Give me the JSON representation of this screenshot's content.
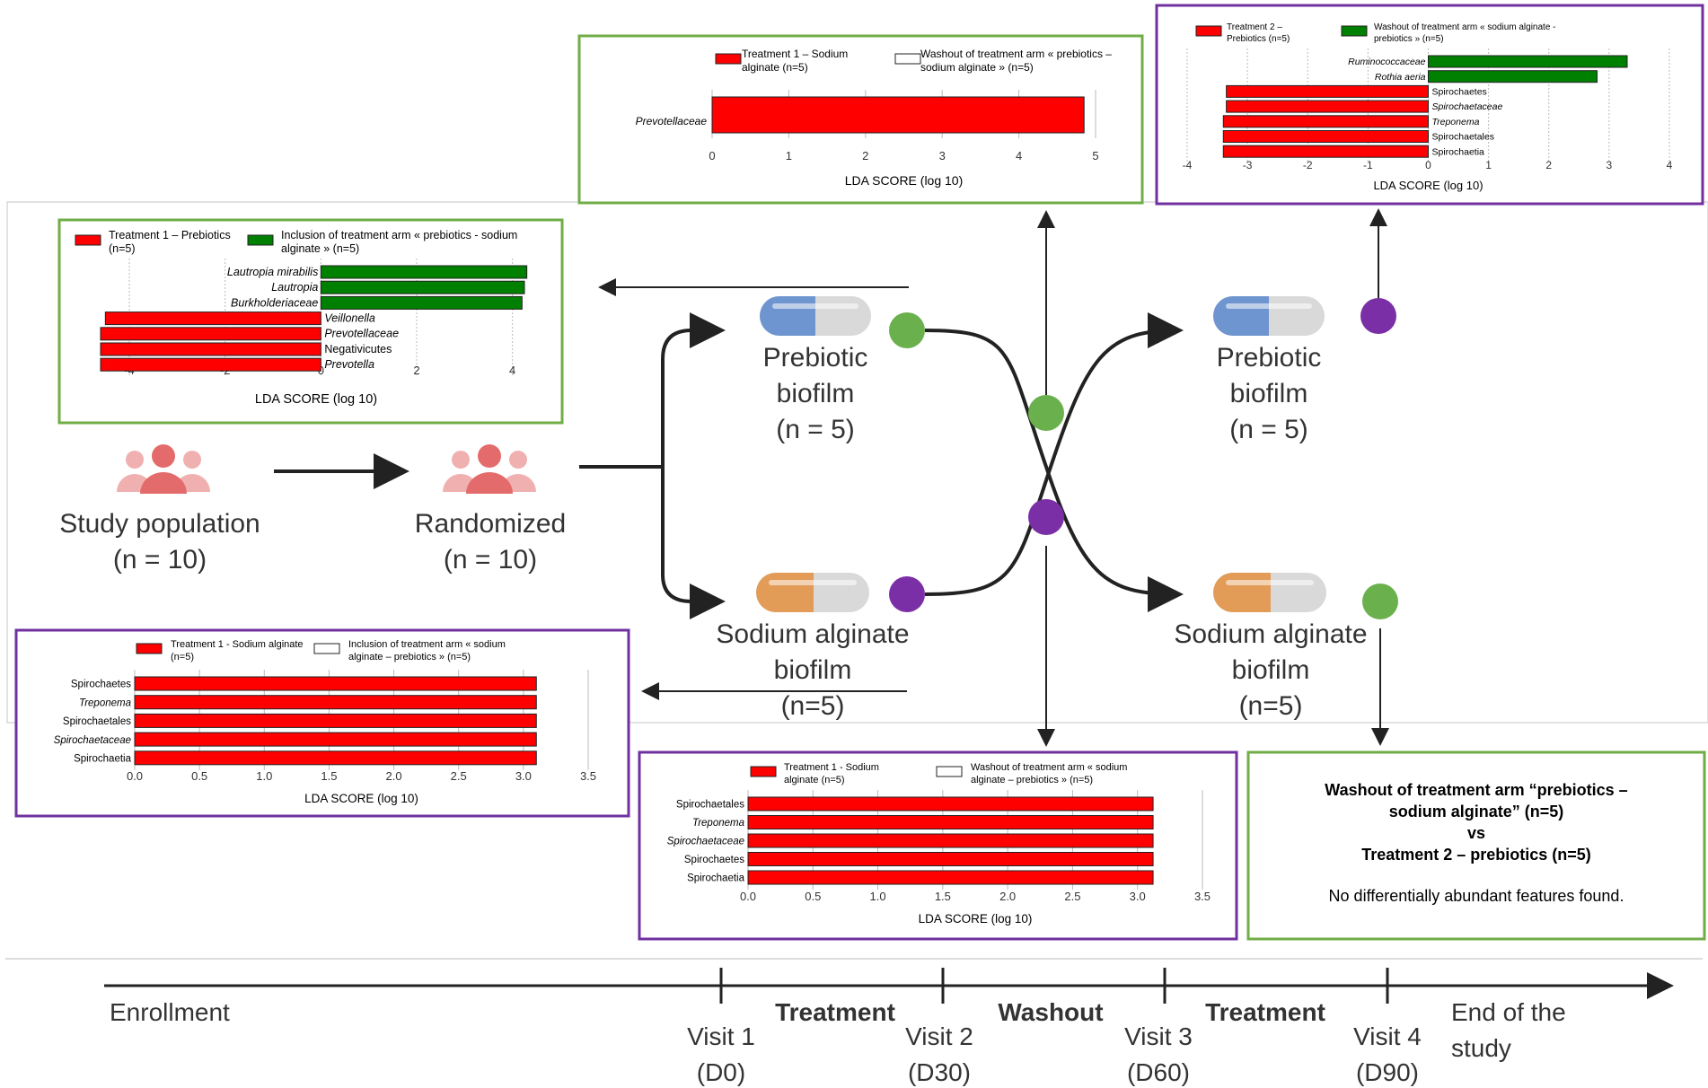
{
  "colors": {
    "red": "#ff0000",
    "green": "#008000",
    "green_border": "#70ad47",
    "purple_border": "#7030a0",
    "green_dot": "#6ab04c",
    "purple_dot": "#7b2fa6",
    "pill_blue": "#6f95d0",
    "pill_orange": "#e39b58",
    "pill_gray": "#d9d9d9",
    "people": "#e46b6b"
  },
  "labels": {
    "study_population": "Study population",
    "study_population_n": "(n = 10)",
    "randomized": "Randomized",
    "randomized_n": "(n = 10)",
    "prebiotic_biofilm_left": [
      "Prebiotic",
      "biofilm",
      "(n = 5)"
    ],
    "sodium_biofilm_left": [
      "Sodium alginate",
      "biofilm",
      "(n=5)"
    ],
    "prebiotic_biofilm_right": [
      "Prebiotic",
      "biofilm",
      "(n = 5)"
    ],
    "sodium_biofilm_right": [
      "Sodium alginate",
      "biofilm",
      "(n=5)"
    ]
  },
  "timeline": {
    "enrollment": "Enrollment",
    "visits": [
      {
        "name": "Visit 1",
        "day": "(D0)"
      },
      {
        "name": "Visit 2",
        "day": "(D30)"
      },
      {
        "name": "Visit 3",
        "day": "(D60)"
      },
      {
        "name": "Visit 4",
        "day": "(D90)"
      }
    ],
    "phases": [
      "Treatment",
      "Washout",
      "Treatment"
    ],
    "end": [
      "End of the",
      "study"
    ]
  },
  "no_features_box": {
    "lines": [
      "Washout of treatment arm “prebiotics –",
      "sodium alginate” (n=5)",
      "vs",
      "Treatment 2 – prebiotics (n=5)"
    ],
    "note": "No differentially abundant features found."
  },
  "chart_data": [
    {
      "id": "chart-a",
      "type": "bar",
      "orientation": "horizontal",
      "xlabel": "LDA SCORE (log 10)",
      "xlim": [
        -4.6,
        4.4
      ],
      "ticks": [
        -4,
        -2,
        0,
        2,
        4
      ],
      "tick_labels": [
        "-4",
        "-2",
        "0",
        "2",
        "4"
      ],
      "legend": [
        {
          "name": "Treatment 1 – Prebiotics (n=5)",
          "lines": [
            "Treatment 1 – Prebiotics",
            "(n=5)"
          ],
          "color": "#ff0000"
        },
        {
          "name": "Inclusion of treatment arm « prebiotics - sodium alginate » (n=5)",
          "lines": [
            "Inclusion of treatment arm « prebiotics - sodium",
            "alginate » (n=5)"
          ],
          "color": "#008000"
        }
      ],
      "bars": [
        {
          "label": "Lautropia mirabilis",
          "value": 4.3,
          "italic": true
        },
        {
          "label": "Lautropia",
          "value": 4.25,
          "italic": true
        },
        {
          "label": "Burkholderiaceae",
          "value": 4.2,
          "italic": true
        },
        {
          "label": "Veillonella",
          "value": -4.5,
          "italic": true
        },
        {
          "label": "Prevotellaceae",
          "value": -4.6,
          "italic": true
        },
        {
          "label": "Negativicutes",
          "value": -4.6,
          "italic": false
        },
        {
          "label": "Prevotella",
          "value": -4.6,
          "italic": true
        }
      ]
    },
    {
      "id": "chart-b",
      "type": "bar",
      "orientation": "horizontal",
      "xlabel": "LDA SCORE (log 10)",
      "xlim": [
        0,
        5
      ],
      "ticks": [
        0,
        1,
        2,
        3,
        4,
        5
      ],
      "tick_labels": [
        "0",
        "1",
        "2",
        "3",
        "4",
        "5"
      ],
      "legend": [
        {
          "name": "Treatment 1 – Sodium alginate (n=5)",
          "lines": [
            "Treatment 1 – Sodium",
            "alginate (n=5)"
          ],
          "color": "#ff0000"
        },
        {
          "name": "Washout of treatment arm « prebiotics – sodium alginate » (n=5)",
          "lines": [
            "Washout of treatment arm « prebiotics –",
            "sodium alginate » (n=5)"
          ],
          "color": "#ffffff"
        }
      ],
      "bars": [
        {
          "label": "Prevotellaceae",
          "value": 4.85,
          "italic": true
        }
      ]
    },
    {
      "id": "chart-c",
      "type": "bar",
      "orientation": "horizontal",
      "xlabel": "LDA SCORE (log 10)",
      "xlim": [
        -4,
        4
      ],
      "ticks": [
        -4,
        -3,
        -2,
        -1,
        0,
        1,
        2,
        3,
        4
      ],
      "tick_labels": [
        "-4",
        "-3",
        "-2",
        "-1",
        "0",
        "1",
        "2",
        "3",
        "4"
      ],
      "legend": [
        {
          "name": "Treatment 2 – Prebiotics (n=5)",
          "lines": [
            "Treatment 2 –",
            "Prebiotics (n=5)"
          ],
          "color": "#ff0000"
        },
        {
          "name": "Washout of treatment arm « sodium alginate - prebiotics » (n=5)",
          "lines": [
            "Washout of treatment arm « sodium alginate -",
            "prebiotics » (n=5)"
          ],
          "color": "#008000"
        }
      ],
      "bars": [
        {
          "label": "Ruminococcaceae",
          "value": 3.3,
          "italic": true
        },
        {
          "label": "Rothia aeria",
          "value": 2.8,
          "italic": true
        },
        {
          "label": "Spirochaetes",
          "value": -3.35,
          "italic": false
        },
        {
          "label": "Spirochaetaceae",
          "value": -3.35,
          "italic": true
        },
        {
          "label": "Treponema",
          "value": -3.4,
          "italic": true
        },
        {
          "label": "Spirochaetales",
          "value": -3.4,
          "italic": false
        },
        {
          "label": "Spirochaetia",
          "value": -3.4,
          "italic": false
        }
      ]
    },
    {
      "id": "chart-d",
      "type": "bar",
      "orientation": "horizontal",
      "xlabel": "LDA SCORE (log 10)",
      "xlim": [
        0,
        3.5
      ],
      "ticks": [
        0,
        0.5,
        1,
        1.5,
        2,
        2.5,
        3,
        3.5
      ],
      "tick_labels": [
        "0.0",
        "0.5",
        "1.0",
        "1.5",
        "2.0",
        "2.5",
        "3.0",
        "3.5"
      ],
      "legend": [
        {
          "name": "Treatment 1 - Sodium alginate (n=5)",
          "lines": [
            "Treatment 1 - Sodium alginate",
            "(n=5)"
          ],
          "color": "#ff0000"
        },
        {
          "name": "Inclusion of treatment arm « sodium alginate – prebiotics » (n=5)",
          "lines": [
            "Inclusion of treatment arm « sodium",
            "alginate – prebiotics » (n=5)"
          ],
          "color": "#ffffff"
        }
      ],
      "bars": [
        {
          "label": "Spirochaetes",
          "value": 3.1,
          "italic": false
        },
        {
          "label": "Treponema",
          "value": 3.1,
          "italic": true
        },
        {
          "label": "Spirochaetales",
          "value": 3.1,
          "italic": false
        },
        {
          "label": "Spirochaetaceae",
          "value": 3.1,
          "italic": true
        },
        {
          "label": "Spirochaetia",
          "value": 3.1,
          "italic": false
        }
      ]
    },
    {
      "id": "chart-e",
      "type": "bar",
      "orientation": "horizontal",
      "xlabel": "LDA SCORE (log 10)",
      "xlim": [
        0,
        3.5
      ],
      "ticks": [
        0,
        0.5,
        1,
        1.5,
        2,
        2.5,
        3,
        3.5
      ],
      "tick_labels": [
        "0.0",
        "0.5",
        "1.0",
        "1.5",
        "2.0",
        "2.5",
        "3.0",
        "3.5"
      ],
      "legend": [
        {
          "name": "Treatment 1 - Sodium alginate (n=5)",
          "lines": [
            "Treatment 1 - Sodium",
            "alginate (n=5)"
          ],
          "color": "#ff0000"
        },
        {
          "name": "Washout of treatment arm « sodium alginate – prebiotics » (n=5)",
          "lines": [
            "Washout of treatment arm « sodium",
            "alginate – prebiotics » (n=5)"
          ],
          "color": "#ffffff"
        }
      ],
      "bars": [
        {
          "label": "Spirochaetales",
          "value": 3.12,
          "italic": false
        },
        {
          "label": "Treponema",
          "value": 3.12,
          "italic": true
        },
        {
          "label": "Spirochaetaceae",
          "value": 3.12,
          "italic": true
        },
        {
          "label": "Spirochaetes",
          "value": 3.12,
          "italic": false
        },
        {
          "label": "Spirochaetia",
          "value": 3.12,
          "italic": false
        }
      ]
    }
  ]
}
